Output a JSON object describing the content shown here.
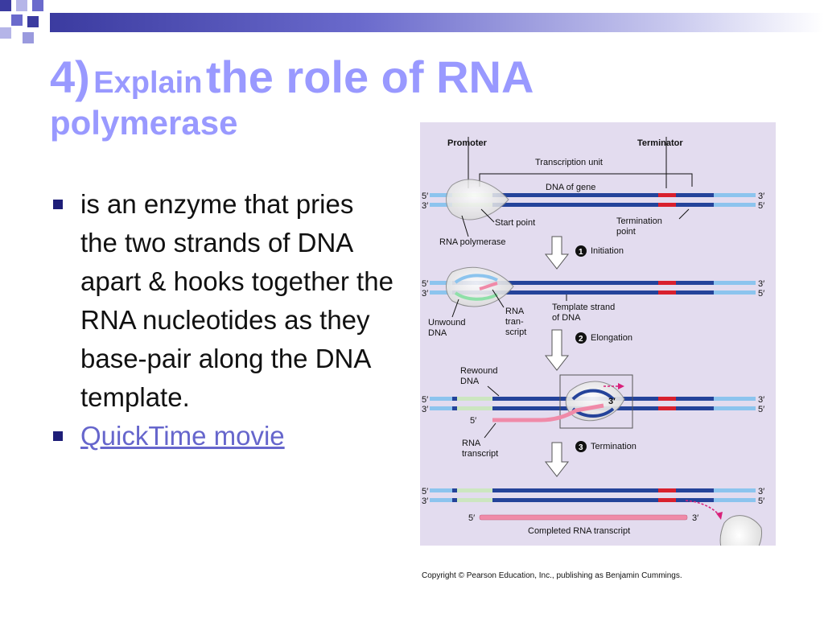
{
  "slide": {
    "title_number": "4)",
    "title_word_small": "Explain",
    "title_rest": "the role of RNA",
    "title_line2": "polymerase"
  },
  "bullets": [
    {
      "text": "is an enzyme that pries the two strands of DNA apart & hooks together the RNA nucleotides as they base-pair along the DNA template."
    },
    {
      "text": "QuickTime movie"
    }
  ],
  "figure": {
    "promoter": "Promoter",
    "terminator": "Terminator",
    "transcription_unit": "Transcription unit",
    "dna_of_gene": "DNA of gene",
    "start_point": "Start point",
    "termination_point_1": "Termination",
    "termination_point_2": "point",
    "rna_polymerase": "RNA polymerase",
    "initiation": "Initiation",
    "elongation": "Elongation",
    "termination": "Termination",
    "unwound_1": "Unwound",
    "unwound_2": "DNA",
    "rna_tran_1": "RNA",
    "rna_tran_2": "tran-",
    "rna_tran_3": "script",
    "template_1": "Template strand",
    "template_2": "of DNA",
    "rewound_1": "Rewound",
    "rewound_2": "DNA",
    "rna_transcript_1": "RNA",
    "rna_transcript_2": "transcript",
    "completed": "Completed RNA transcript",
    "step1": "1",
    "step2": "2",
    "step3": "3",
    "five_prime": "5′",
    "three_prime": "3′"
  },
  "copyright": "Copyright © Pearson Education, Inc., publishing as Benjamin Cummings.",
  "colors": {
    "title": "#9999ff",
    "dna_dark": "#24439a",
    "dna_light": "#8cc4ee",
    "promoter": "#cce6c0",
    "terminator": "#d8202e",
    "rna": "#f08aa8",
    "figure_bg": "#e3dcef"
  }
}
